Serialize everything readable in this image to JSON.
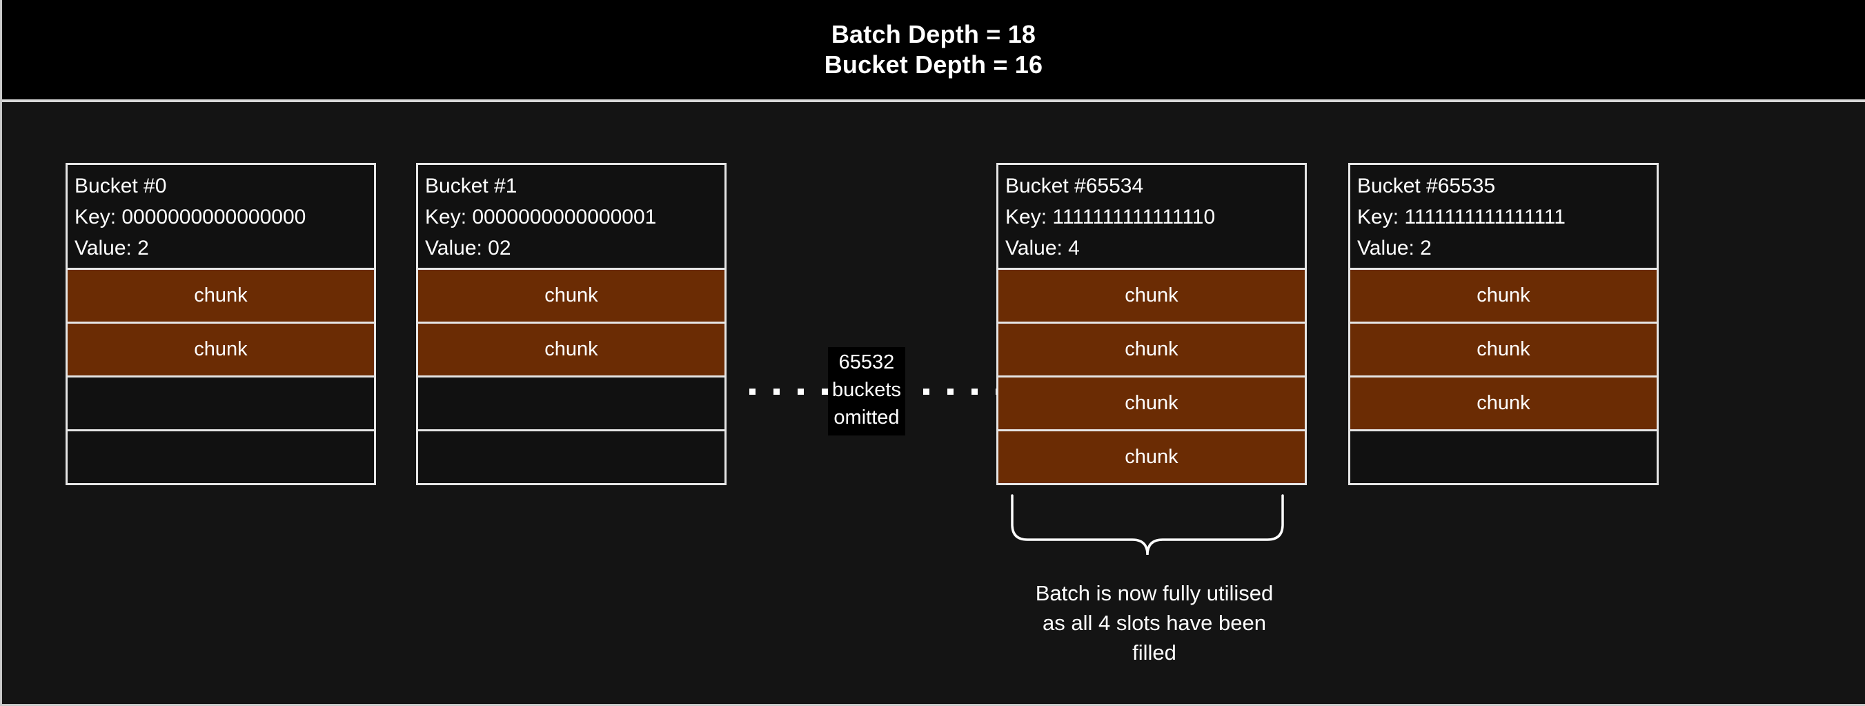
{
  "header": {
    "line1": "Batch Depth = 18",
    "line2": "Bucket Depth = 16"
  },
  "buckets": [
    {
      "title": "Bucket #0",
      "key_line": "Key: 0000000000000000",
      "value_line": "Value: 2",
      "slots": [
        {
          "label": "chunk",
          "filled": true
        },
        {
          "label": "chunk",
          "filled": true
        },
        {
          "label": "",
          "filled": false
        },
        {
          "label": "",
          "filled": false
        }
      ]
    },
    {
      "title": "Bucket #1",
      "key_line": "Key: 0000000000000001",
      "value_line": "Value: 02",
      "slots": [
        {
          "label": "chunk",
          "filled": true
        },
        {
          "label": "chunk",
          "filled": true
        },
        {
          "label": "",
          "filled": false
        },
        {
          "label": "",
          "filled": false
        }
      ]
    },
    {
      "title": "Bucket #65534",
      "key_line": "Key: 1111111111111110",
      "value_line": "Value: 4",
      "slots": [
        {
          "label": "chunk",
          "filled": true
        },
        {
          "label": "chunk",
          "filled": true
        },
        {
          "label": "chunk",
          "filled": true
        },
        {
          "label": "chunk",
          "filled": true
        }
      ]
    },
    {
      "title": "Bucket #65535",
      "key_line": "Key: 1111111111111111",
      "value_line": "Value: 2",
      "slots": [
        {
          "label": "chunk",
          "filled": true
        },
        {
          "label": "chunk",
          "filled": true
        },
        {
          "label": "chunk",
          "filled": true
        },
        {
          "label": "",
          "filled": false
        }
      ]
    }
  ],
  "omitted": {
    "line1": "65532",
    "line2": "buckets",
    "line3": "omitted",
    "dot_count_left": 4,
    "dot_count_right": 4
  },
  "annotation": {
    "line1": "Batch is now fully utilised",
    "line2": "as all 4 slots have been",
    "line3": "filled"
  },
  "colors": {
    "header_background": "#000000",
    "canvas_background": "#141414",
    "chunk_fill": "#6b2c04",
    "border": "#e6e6e6",
    "text": "#ffffff"
  }
}
